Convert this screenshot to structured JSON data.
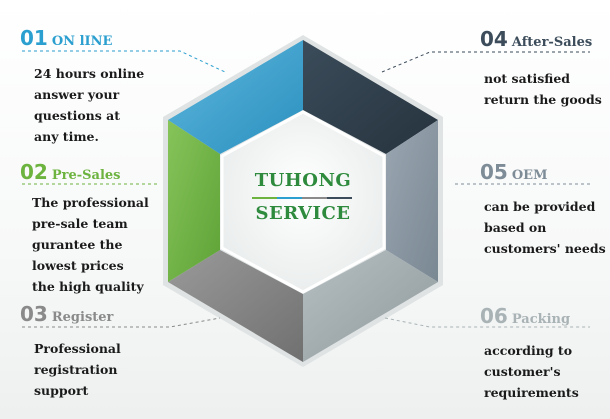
{
  "center": {
    "line1": "TUHONG",
    "line2": "SERVICE"
  },
  "items": [
    {
      "num": "01",
      "title": "ON lINE",
      "color": "#2b9fcf",
      "lines": [
        "24 hours online",
        "answer your",
        "questions at",
        "any time."
      ]
    },
    {
      "num": "02",
      "title": "Pre-Sales",
      "color": "#6db33f",
      "lines": [
        "The professional",
        "pre-sale team",
        "gurantee the",
        "lowest prices",
        "the high quality"
      ]
    },
    {
      "num": "03",
      "title": "Register",
      "color": "#8a8a8a",
      "lines": [
        "Professional",
        "registration",
        "support"
      ]
    },
    {
      "num": "04",
      "title": "After-Sales",
      "color": "#3c4c5a",
      "lines": [
        "not satisfied",
        "return the goods"
      ]
    },
    {
      "num": "05",
      "title": "OEM",
      "color": "#7e8c98",
      "lines": [
        "can be provided",
        "based on",
        "customers' needs"
      ]
    },
    {
      "num": "06",
      "title": "Packing",
      "color": "#a9b3b5",
      "lines": [
        "according to",
        "customer's",
        "requirements"
      ]
    }
  ],
  "segment_colors": {
    "top_left": "#3a9fcc",
    "top_right": "#2f3e4b",
    "right": "#8f9ba6",
    "bottom_right": "#a3adb0",
    "bottom_left": "#8b8b8b",
    "left": "#6fb344"
  }
}
